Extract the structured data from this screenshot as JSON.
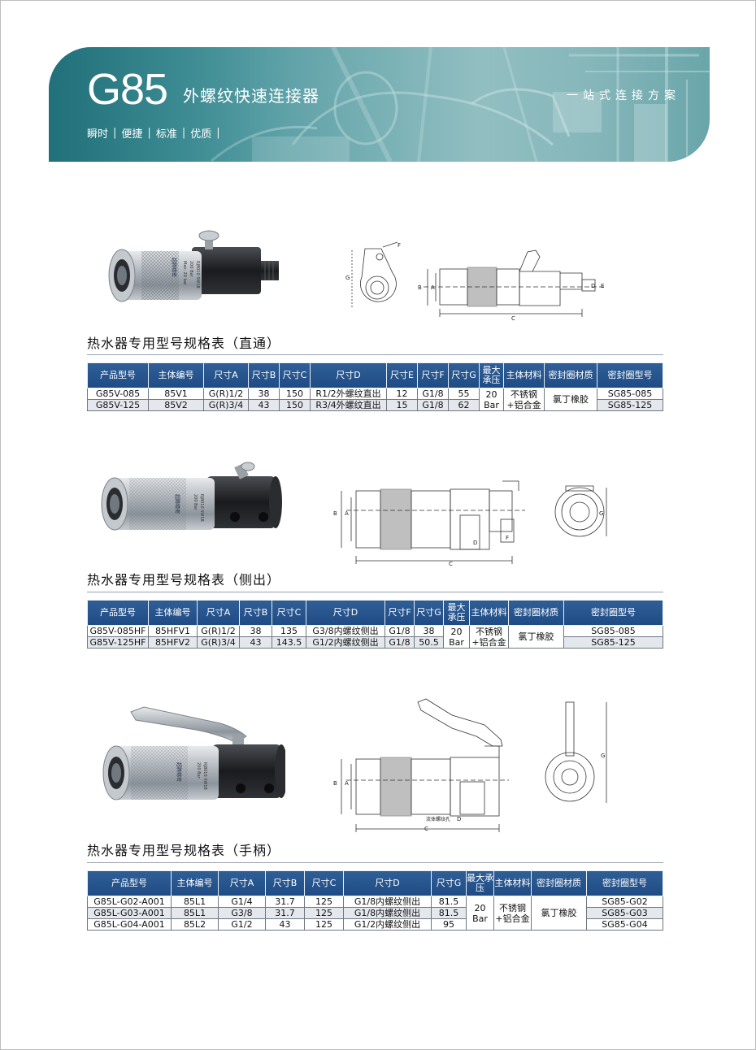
{
  "banner": {
    "model": "G85",
    "subtitle": "外螺纹快速连接器",
    "slogan": "一站式连接方案",
    "tags": [
      "瞬时",
      "便捷",
      "标准",
      "优质"
    ]
  },
  "photo_labels": [
    "Max: 20 bar",
    "200 Bar",
    "RJ8010 SW18"
  ],
  "brand_mark": "超腾精密",
  "drawings": {
    "d1": {
      "labels": [
        "G",
        "F",
        "B",
        "A",
        "D",
        "E",
        "C"
      ]
    },
    "d2": {
      "labels": [
        "B",
        "A",
        "D",
        "F",
        "C",
        "G"
      ]
    },
    "d3": {
      "labels": [
        "B",
        "A",
        "D",
        "C",
        "G"
      ],
      "note": "流体螺纹孔"
    }
  },
  "sections": [
    {
      "title": "热水器专用型号规格表（直通）",
      "headers": [
        "产品型号",
        "主体编号",
        "尺寸A",
        "尺寸B",
        "尺寸C",
        "尺寸D",
        "尺寸E",
        "尺寸F",
        "尺寸G",
        "最大承压",
        "主体材料",
        "密封圈材质",
        "密封圈型号"
      ],
      "rows": [
        [
          "G85V-085",
          "85V1",
          "G(R)1/2",
          "38",
          "150",
          "R1/2外螺纹直出",
          "12",
          "G1/8",
          "55",
          "SG85-085"
        ],
        [
          "G85V-125",
          "85V2",
          "G(R)3/4",
          "43",
          "150",
          "R3/4外螺纹直出",
          "15",
          "G1/8",
          "62",
          "SG85-125"
        ]
      ],
      "pressure": "20 Bar",
      "material": "不锈钢+铝合金",
      "seal": "氯丁橡胶"
    },
    {
      "title": "热水器专用型号规格表（侧出）",
      "headers": [
        "产品型号",
        "主体编号",
        "尺寸A",
        "尺寸B",
        "尺寸C",
        "尺寸D",
        "尺寸F",
        "尺寸G",
        "最大承压",
        "主体材料",
        "密封圈材质",
        "密封圈型号"
      ],
      "rows": [
        [
          "G85V-085HF",
          "85HFV1",
          "G(R)1/2",
          "38",
          "135",
          "G3/8内螺纹侧出",
          "G1/8",
          "38",
          "SG85-085"
        ],
        [
          "G85V-125HF",
          "85HFV2",
          "G(R)3/4",
          "43",
          "143.5",
          "G1/2内螺纹侧出",
          "G1/8",
          "50.5",
          "SG85-125"
        ]
      ],
      "pressure": "20 Bar",
      "material": "不锈钢+铝合金",
      "seal": "氯丁橡胶"
    },
    {
      "title": "热水器专用型号规格表（手柄）",
      "headers": [
        "产品型号",
        "主体编号",
        "尺寸A",
        "尺寸B",
        "尺寸C",
        "尺寸D",
        "尺寸G",
        "最大承压",
        "主体材料",
        "密封圈材质",
        "密封圈型号"
      ],
      "rows": [
        [
          "G85L-G02-A001",
          "85L1",
          "G1/4",
          "31.7",
          "125",
          "G1/8内螺纹侧出",
          "81.5",
          "SG85-G02"
        ],
        [
          "G85L-G03-A001",
          "85L1",
          "G3/8",
          "31.7",
          "125",
          "G1/8内螺纹侧出",
          "81.5",
          "SG85-G03"
        ],
        [
          "G85L-G04-A001",
          "85L2",
          "G1/2",
          "43",
          "125",
          "G1/2内螺纹侧出",
          "95",
          "SG85-G04"
        ]
      ],
      "pressure": "20 Bar",
      "material": "不锈钢+铝合金",
      "seal": "氯丁橡胶"
    }
  ]
}
